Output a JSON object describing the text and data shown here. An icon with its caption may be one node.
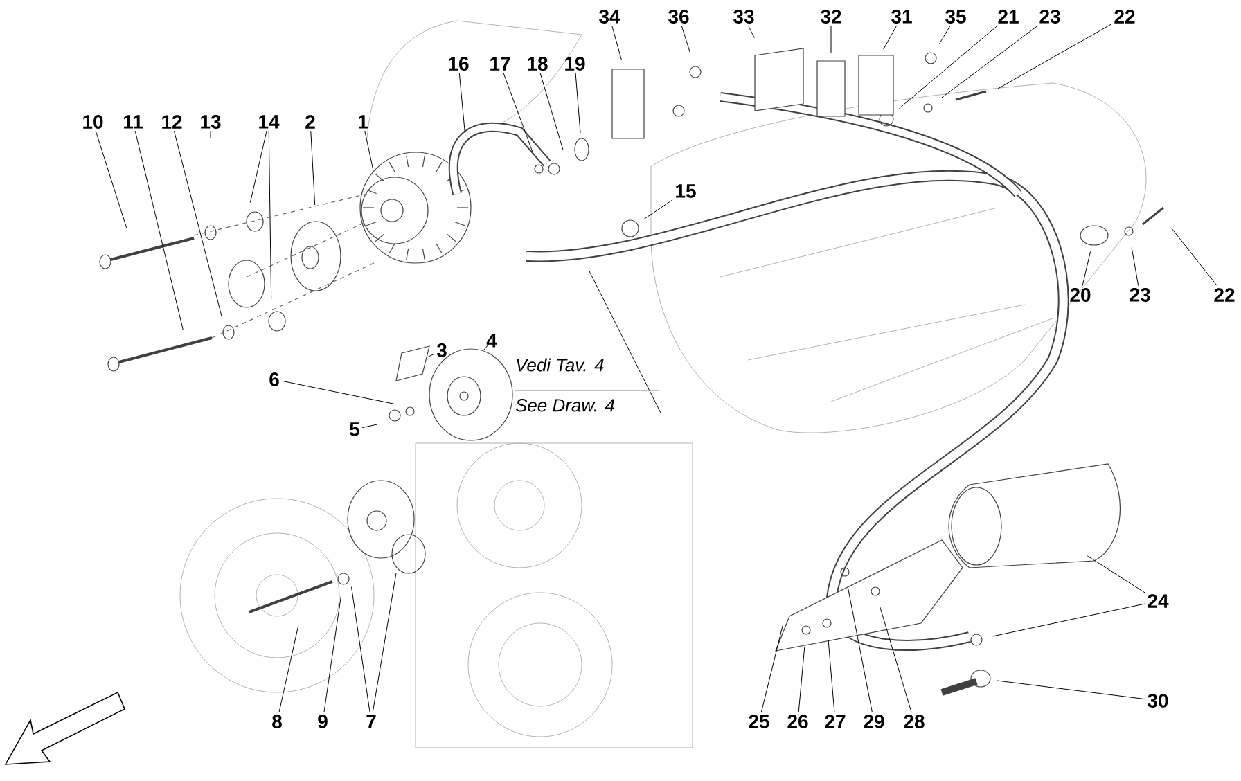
{
  "diagram": {
    "nodes": [
      {
        "text": [
          "34"
        ]
      },
      {
        "text": [
          "36"
        ]
      },
      {
        "text": [
          "33"
        ]
      },
      {
        "text": [
          "32"
        ]
      },
      {
        "text": [
          "31"
        ]
      },
      {
        "text": [
          "35"
        ]
      },
      {
        "text": [
          "21"
        ]
      },
      {
        "text": [
          "23"
        ]
      },
      {
        "text": [
          "22"
        ]
      },
      {
        "text": [
          "16"
        ]
      },
      {
        "text": [
          "17"
        ]
      },
      {
        "text": [
          "18"
        ]
      },
      {
        "text": [
          "19"
        ]
      },
      {
        "text": [
          "10"
        ]
      },
      {
        "text": [
          "11"
        ]
      },
      {
        "text": [
          "12"
        ]
      },
      {
        "text": [
          "13"
        ]
      },
      {
        "text": [
          "14"
        ]
      },
      {
        "text": [
          "2"
        ]
      },
      {
        "text": [
          "1"
        ]
      },
      {
        "text": [
          "15"
        ]
      },
      {
        "text": [
          "20"
        ]
      },
      {
        "text": [
          "23"
        ]
      },
      {
        "text": [
          "22"
        ]
      },
      {
        "text": [
          "3"
        ]
      },
      {
        "text": [
          "4"
        ]
      },
      {
        "text": [
          "Vedi Tav. 4",
          "See Draw. 4"
        ]
      },
      {
        "text": [
          "6"
        ]
      },
      {
        "text": [
          "5"
        ]
      },
      {
        "text": [
          "24"
        ]
      },
      {
        "text": [
          "30"
        ]
      },
      {
        "text": [
          "8"
        ]
      },
      {
        "text": [
          "9"
        ]
      },
      {
        "text": [
          "7"
        ]
      },
      {
        "text": [
          "25"
        ]
      },
      {
        "text": [
          "26"
        ]
      },
      {
        "text": [
          "27"
        ]
      },
      {
        "text": [
          "29"
        ]
      },
      {
        "text": [
          "28"
        ]
      }
    ],
    "edges": [
      {
        "from": 0,
        "to": null,
        "arrow": "none"
      },
      {
        "from": 1,
        "to": null,
        "arrow": "none"
      },
      {
        "from": 2,
        "to": null,
        "arrow": "none"
      },
      {
        "from": 3,
        "to": null,
        "arrow": "none"
      },
      {
        "from": 4,
        "to": null,
        "arrow": "none"
      },
      {
        "from": 5,
        "to": null,
        "arrow": "none"
      },
      {
        "from": 6,
        "to": null,
        "arrow": "none"
      },
      {
        "from": 7,
        "to": null,
        "arrow": "none"
      },
      {
        "from": 8,
        "to": null,
        "arrow": "none"
      },
      {
        "from": 9,
        "to": null,
        "arrow": "none"
      },
      {
        "from": 10,
        "to": null,
        "arrow": "none"
      },
      {
        "from": 11,
        "to": null,
        "arrow": "none"
      },
      {
        "from": 12,
        "to": null,
        "arrow": "none"
      },
      {
        "from": 13,
        "to": null,
        "arrow": "none"
      },
      {
        "from": 14,
        "to": null,
        "arrow": "none"
      },
      {
        "from": 15,
        "to": null,
        "arrow": "none"
      },
      {
        "from": 16,
        "to": null,
        "arrow": "none"
      },
      {
        "from": 17,
        "to": null,
        "arrow": "none"
      },
      {
        "from": 17,
        "to": null,
        "arrow": "none"
      },
      {
        "from": 18,
        "to": null,
        "arrow": "none"
      },
      {
        "from": 19,
        "to": null,
        "arrow": "none"
      },
      {
        "from": 20,
        "to": null,
        "arrow": "none"
      },
      {
        "from": 21,
        "to": null,
        "arrow": "none"
      },
      {
        "from": 22,
        "to": null,
        "arrow": "none"
      },
      {
        "from": 23,
        "to": null,
        "arrow": "none"
      },
      {
        "from": 24,
        "to": null,
        "arrow": "none"
      },
      {
        "from": 25,
        "to": null,
        "arrow": "none"
      },
      {
        "from": 26,
        "to": null,
        "arrow": "none"
      },
      {
        "from": 27,
        "to": null,
        "arrow": "none"
      },
      {
        "from": 28,
        "to": null,
        "arrow": "none"
      },
      {
        "from": 29,
        "to": null,
        "arrow": "none"
      },
      {
        "from": 29,
        "to": null,
        "arrow": "none"
      },
      {
        "from": 30,
        "to": null,
        "arrow": "none"
      },
      {
        "from": 31,
        "to": null,
        "arrow": "none"
      },
      {
        "from": 32,
        "to": null,
        "arrow": "none"
      },
      {
        "from": 33,
        "to": null,
        "arrow": "none"
      },
      {
        "from": 33,
        "to": null,
        "arrow": "none"
      },
      {
        "from": 34,
        "to": null,
        "arrow": "none"
      },
      {
        "from": 35,
        "to": null,
        "arrow": "none"
      },
      {
        "from": 36,
        "to": null,
        "arrow": "none"
      },
      {
        "from": 37,
        "to": null,
        "arrow": "none"
      },
      {
        "from": 38,
        "to": null,
        "arrow": "none"
      }
    ]
  }
}
